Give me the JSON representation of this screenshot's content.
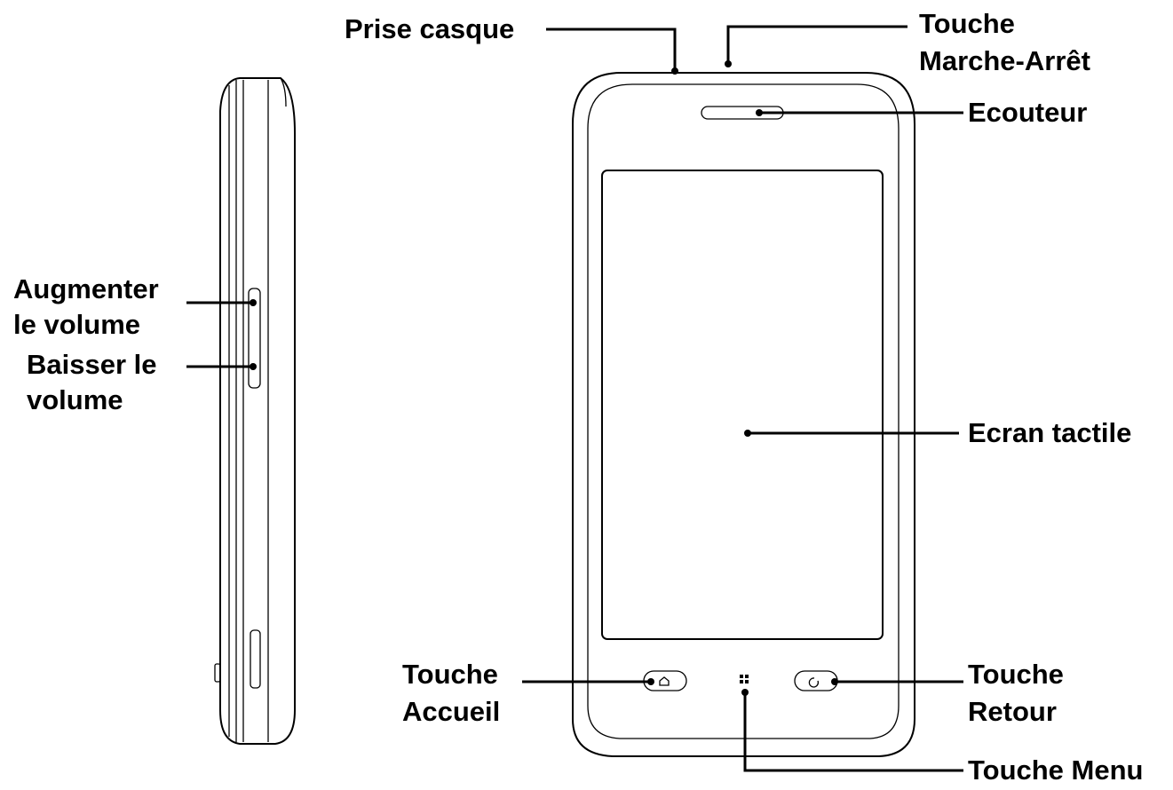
{
  "labels": {
    "headphone_jack": "Prise casque",
    "power_key_line1": "Touche",
    "power_key_line2": "Marche-Arrêt",
    "earpiece": "Ecouteur",
    "volume_up_line1": "Augmenter",
    "volume_up_line2": "le volume",
    "volume_down_line1": "Baisser le",
    "volume_down_line2": "volume",
    "touchscreen": "Ecran tactile",
    "home_key_line1": "Touche",
    "home_key_line2": "Accueil",
    "back_key_line1": "Touche",
    "back_key_line2": "Retour",
    "menu_key": "Touche Menu"
  },
  "colors": {
    "line": "#000000",
    "background": "#ffffff"
  },
  "icons": {
    "home_key": "home-icon",
    "menu_key": "grid-icon",
    "back_key": "back-arrow-icon"
  }
}
